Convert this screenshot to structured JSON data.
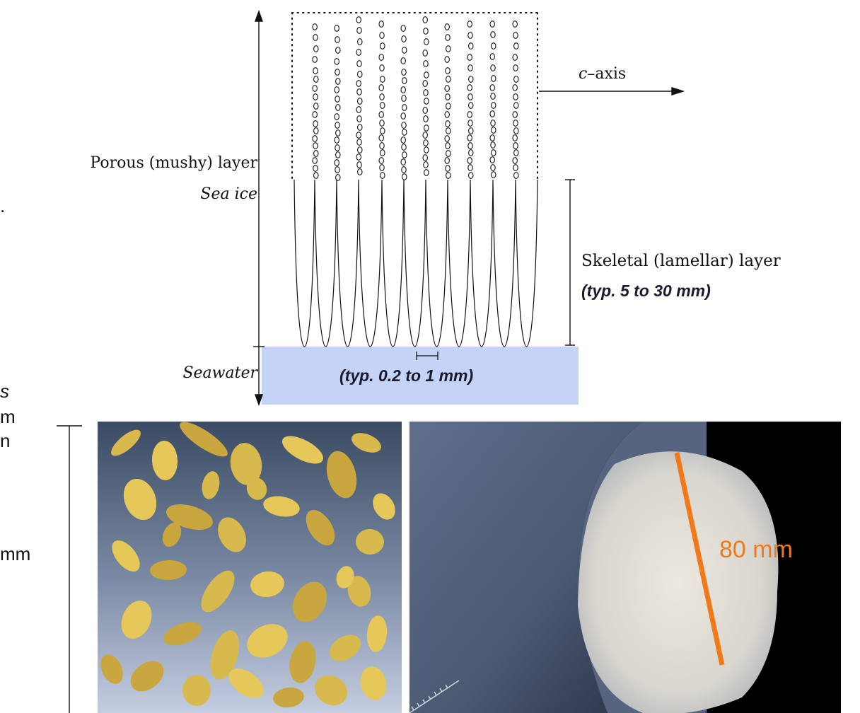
{
  "diagram": {
    "labels": {
      "porous_layer": "Porous (mushy) layer",
      "sea_ice": "Sea ice",
      "seawater": "Seawater",
      "c_axis_italic": "c",
      "c_axis_rest": "–axis",
      "skeletal_layer": "Skeletal (lamellar) layer",
      "skeletal_thickness": "(typ. 5 to 30 mm)",
      "plate_spacing": "(typ. 0.2 to 1 mm)"
    },
    "colors": {
      "seawater_fill": "#c5d3f7",
      "line": "#111111"
    }
  },
  "left_edge_fragments": {
    "frag_1": ".",
    "frag_2": "s",
    "frag_3": "m",
    "frag_4": "n",
    "frag_5": "mm"
  },
  "photos": {
    "ct_scan": {
      "description_icon": "brine-inclusion-ct-image"
    },
    "ice_core": {
      "measure_label": "80 mm",
      "measure_color": "#f07a1a"
    }
  }
}
